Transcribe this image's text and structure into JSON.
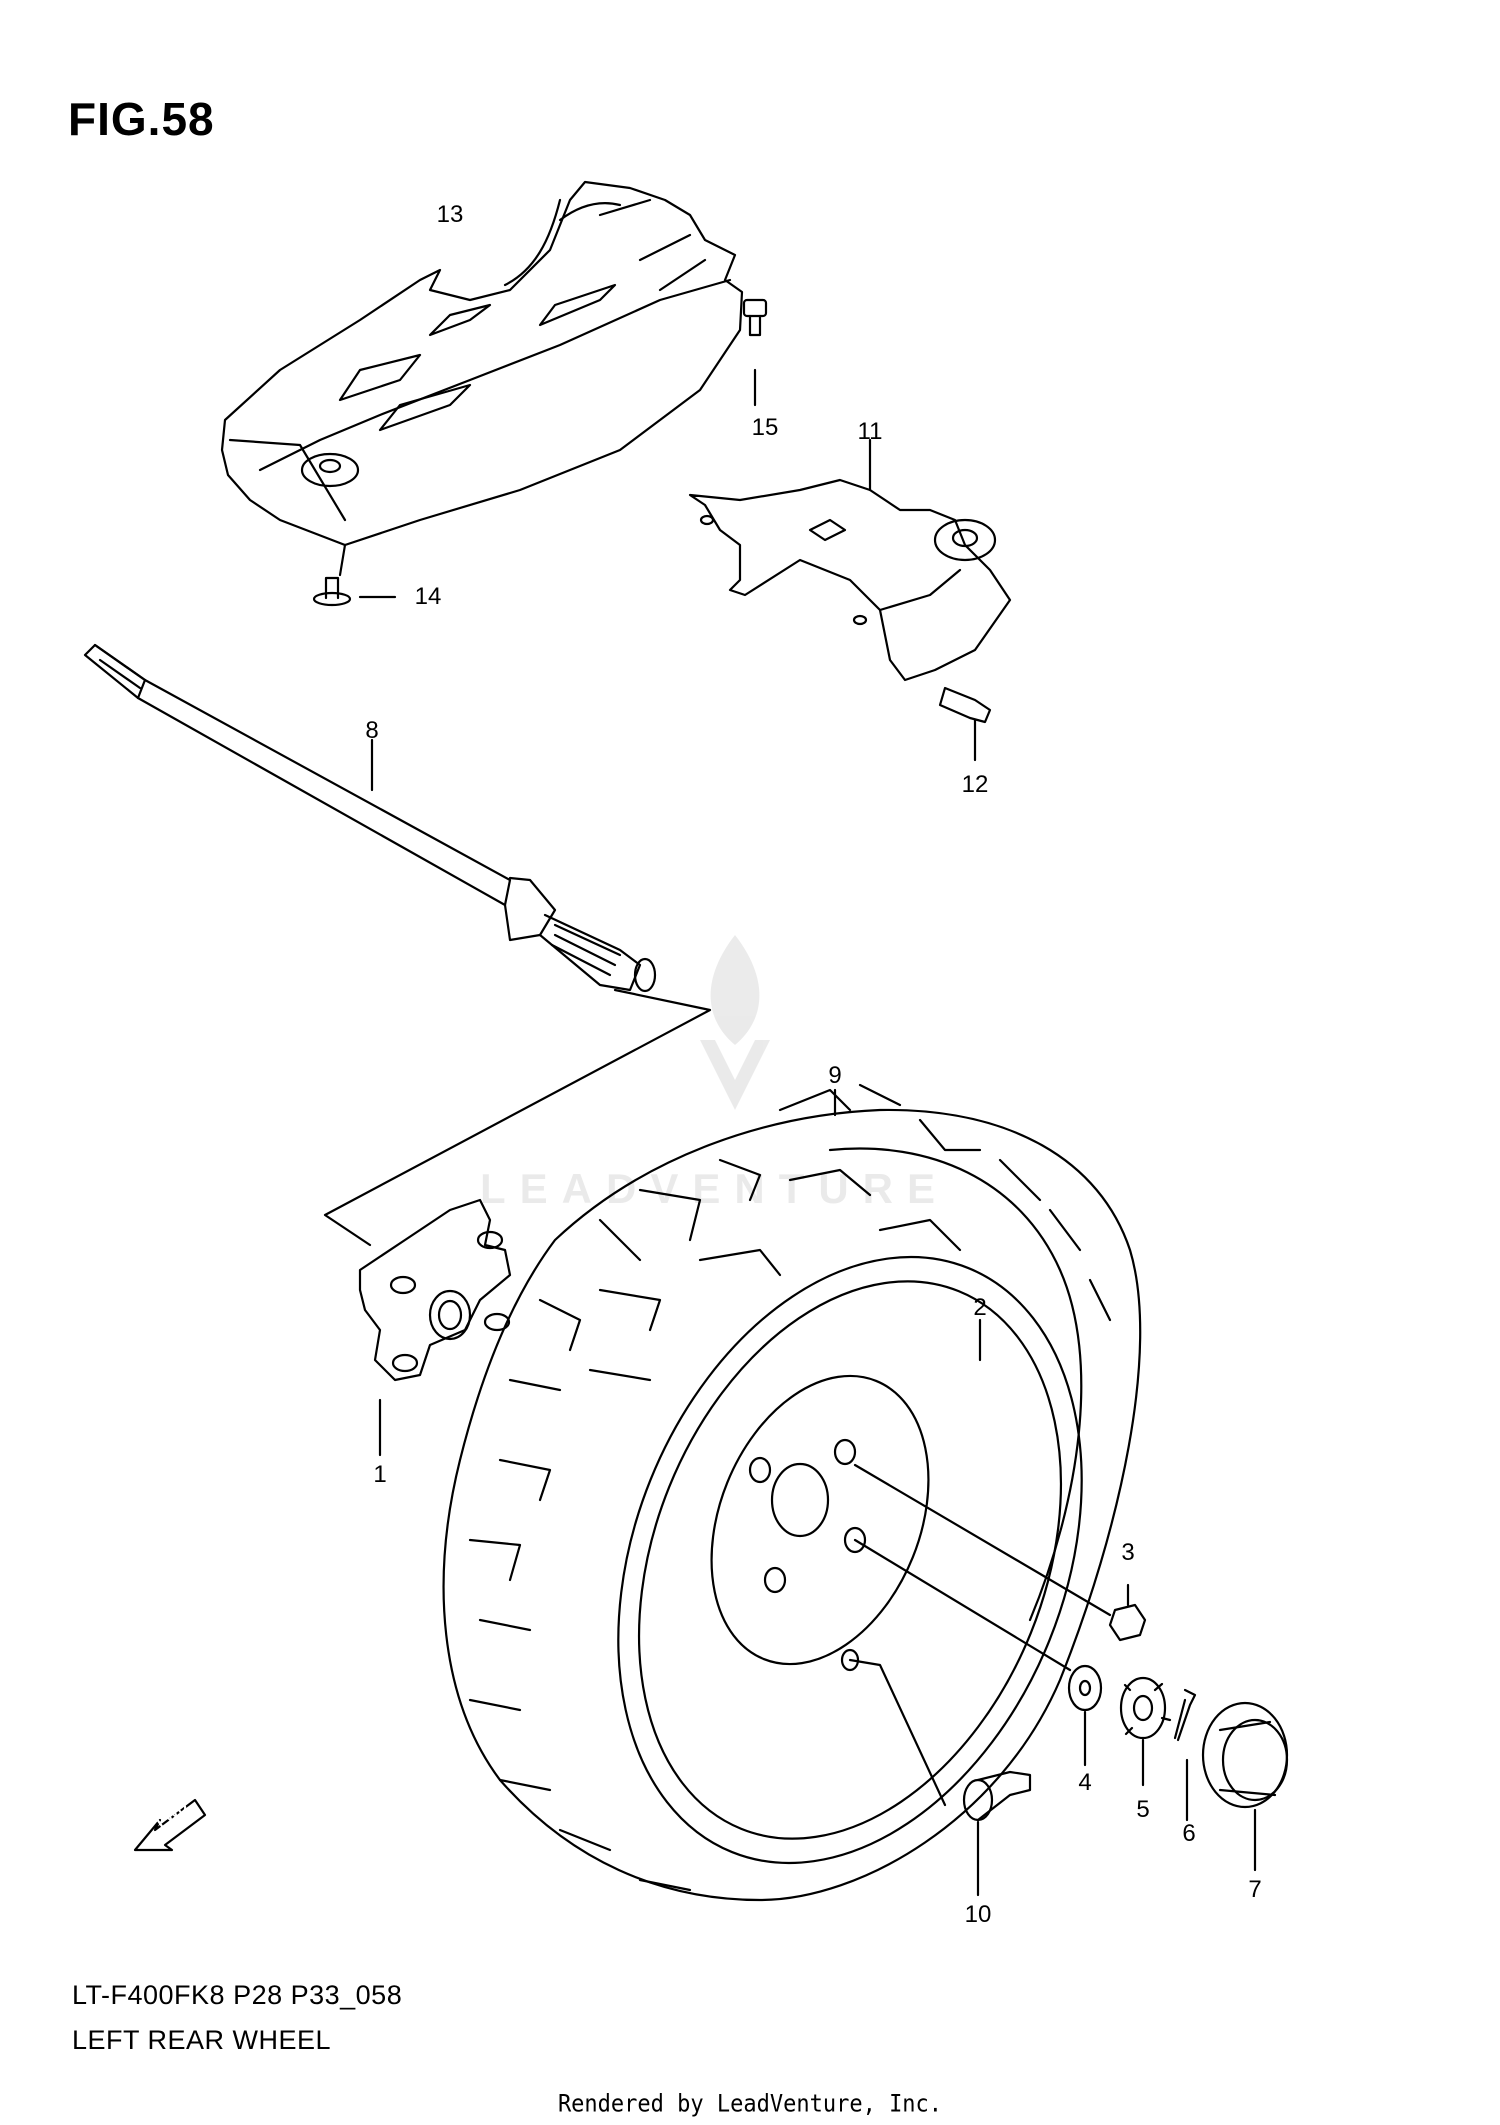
{
  "figure": {
    "title": "FIG.58",
    "model_code": "LT-F400FK8 P28 P33_058",
    "name": "LEFT REAR WHEEL"
  },
  "credit": "Rendered by LeadVenture, Inc.",
  "watermark": "LEADVENTURE",
  "fwd_label": "FWD",
  "callouts": [
    {
      "id": "13",
      "label": "13"
    },
    {
      "id": "15",
      "label": "15"
    },
    {
      "id": "11",
      "label": "11"
    },
    {
      "id": "14",
      "label": "14"
    },
    {
      "id": "8",
      "label": "8"
    },
    {
      "id": "12",
      "label": "12"
    },
    {
      "id": "9",
      "label": "9"
    },
    {
      "id": "2",
      "label": "2"
    },
    {
      "id": "1",
      "label": "1"
    },
    {
      "id": "3",
      "label": "3"
    },
    {
      "id": "4",
      "label": "4"
    },
    {
      "id": "5",
      "label": "5"
    },
    {
      "id": "6",
      "label": "6"
    },
    {
      "id": "7",
      "label": "7"
    },
    {
      "id": "10",
      "label": "10"
    }
  ]
}
